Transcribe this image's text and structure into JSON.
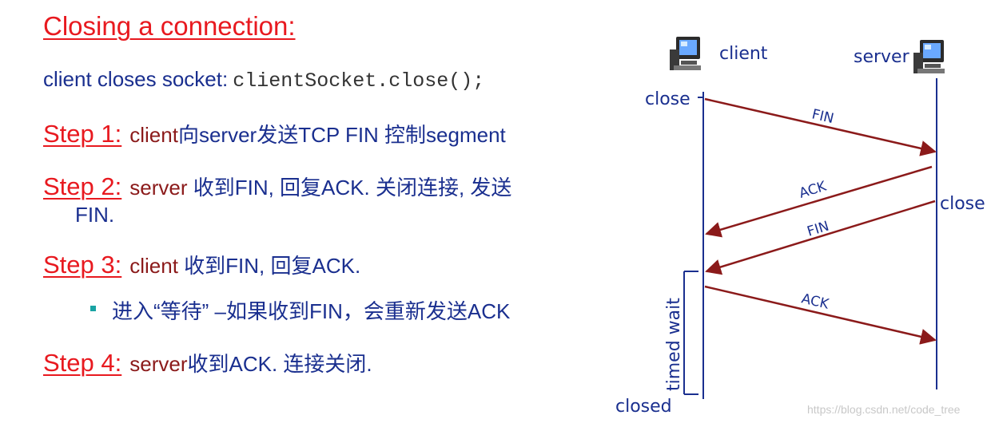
{
  "title": "Closing a connection:",
  "intro": {
    "text": "client closes socket:",
    "code": "clientSocket.close();"
  },
  "steps": [
    {
      "label": "Step 1:",
      "dark": "client",
      "blue": "向server发送TCP FIN 控制segment"
    },
    {
      "label": "Step 2:",
      "dark": "server",
      "blue": " 收到FIN, 回复ACK. 关闭连接, 发送",
      "cont": "FIN."
    },
    {
      "label": "Step 3:",
      "dark": "client",
      "blue": " 收到FIN, 回复ACK."
    },
    {
      "label": "Step 4:",
      "dark": "server",
      "blue": "收到ACK. 连接关闭."
    }
  ],
  "bullet": "进入“等待” –如果收到FIN，会重新发送ACK",
  "diagram": {
    "client_label": "client",
    "server_label": "server",
    "client_close": "close",
    "server_close": "close",
    "closed": "closed",
    "timed_wait": "timed wait",
    "messages": [
      "FIN",
      "ACK",
      "FIN",
      "ACK"
    ]
  },
  "watermark": "https://blog.csdn.net/code_tree",
  "colors": {
    "title_red": "#e8191f",
    "text_blue": "#1a2f8f",
    "text_dark_red": "#8b1a1a",
    "arrow": "#8b1a1a",
    "timeline": "#1a2f8f",
    "bullet": "#19a3a3"
  }
}
